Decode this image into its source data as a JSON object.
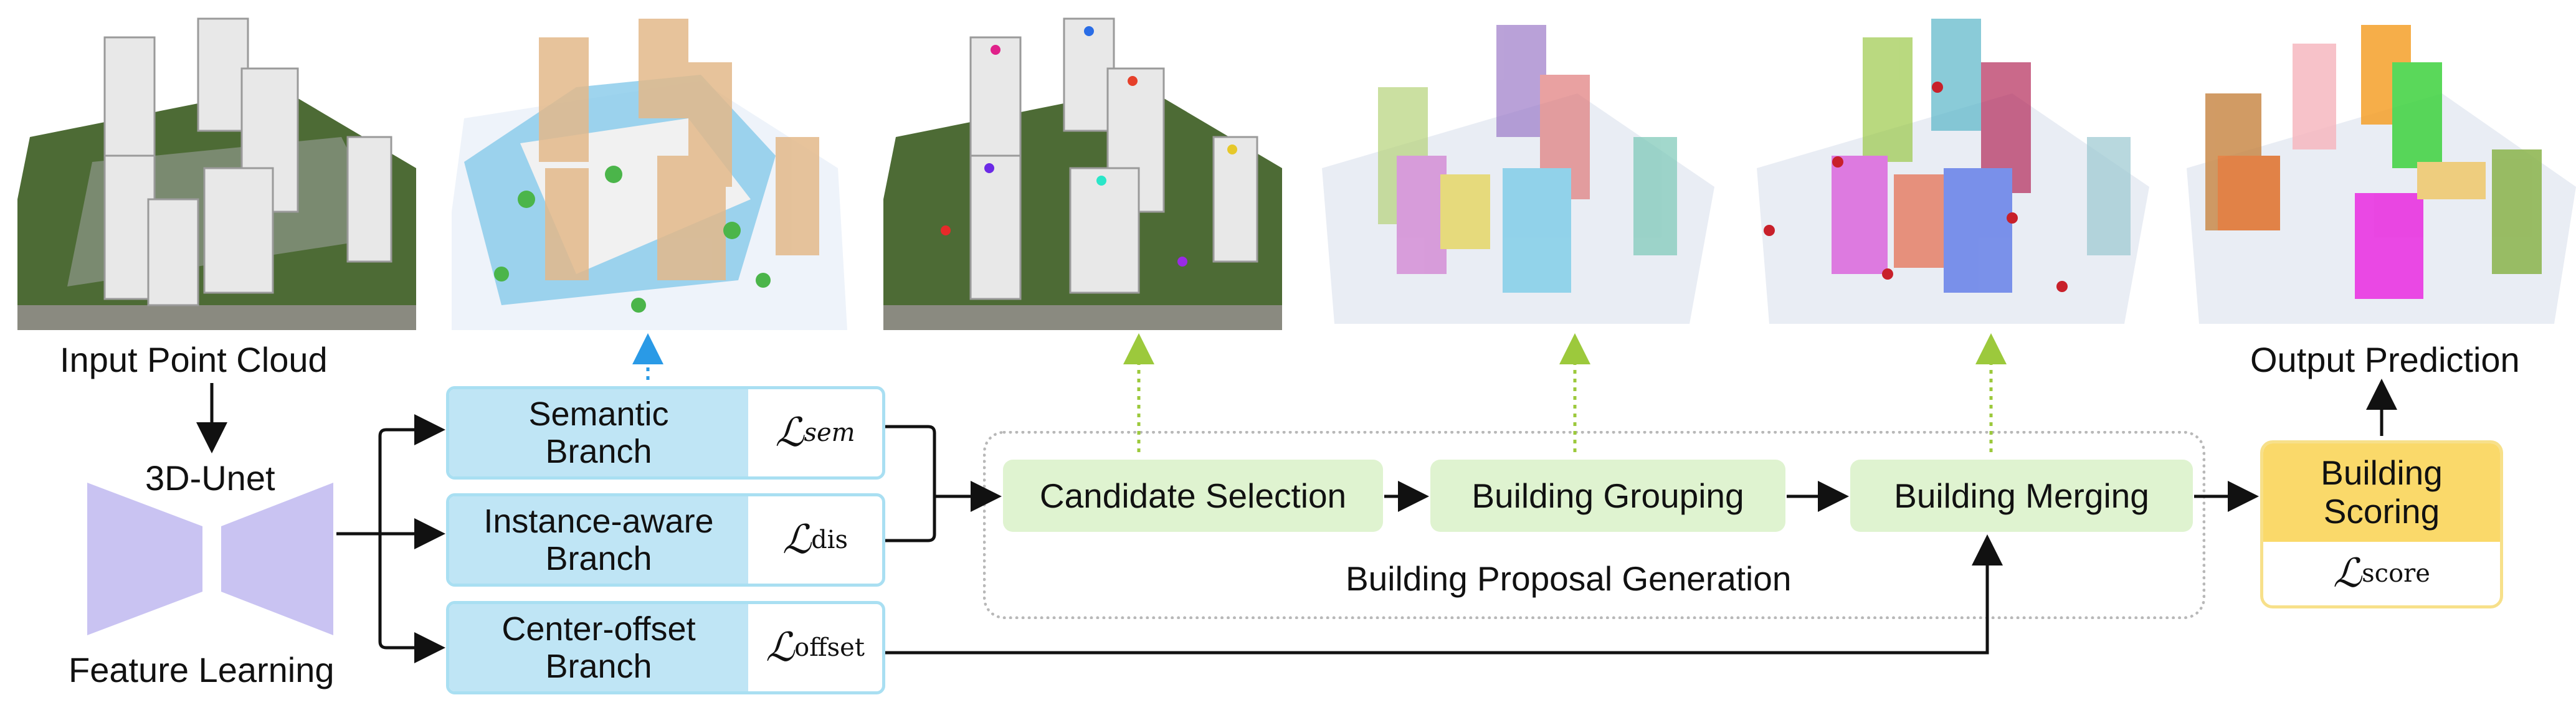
{
  "captions": {
    "input": "Input Point Cloud",
    "output": "Output Prediction",
    "unet": "3D-Unet",
    "feature": "Feature Learning",
    "proposal": "Building Proposal Generation"
  },
  "branches": [
    {
      "name_line1": "Semantic",
      "name_line2": "Branch",
      "loss_symbol": "ℒ",
      "loss_sub": "sem"
    },
    {
      "name_line1": "Instance-aware",
      "name_line2": "Branch",
      "loss_symbol": "ℒ",
      "loss_sub": "dis"
    },
    {
      "name_line1": "Center-offset",
      "name_line2": "Branch",
      "loss_symbol": "ℒ",
      "loss_sub": "offset"
    }
  ],
  "steps": {
    "candidate": "Candidate Selection",
    "grouping": "Building Grouping",
    "merging": "Building Merging"
  },
  "scoring": {
    "line1": "Building",
    "line2": "Scoring",
    "loss_symbol": "ℒ",
    "loss_sub": "score"
  },
  "colors": {
    "branch_fill": "#bfe5f5",
    "branch_border": "#a9dff2",
    "step_fill": "#dff3d0",
    "scoring_fill": "#fad96a",
    "unet": "#c9c3f2",
    "dotted_blue": "#2a9ae6",
    "dotted_green": "#9cc93c"
  },
  "images": [
    {
      "label": "input point cloud render",
      "style": "realistic"
    },
    {
      "label": "semantic segmentation render",
      "style": "semantic"
    },
    {
      "label": "candidate selection render",
      "style": "points"
    },
    {
      "label": "building grouping render",
      "style": "grouping"
    },
    {
      "label": "building merging render",
      "style": "merging"
    },
    {
      "label": "output prediction render",
      "style": "output"
    }
  ]
}
